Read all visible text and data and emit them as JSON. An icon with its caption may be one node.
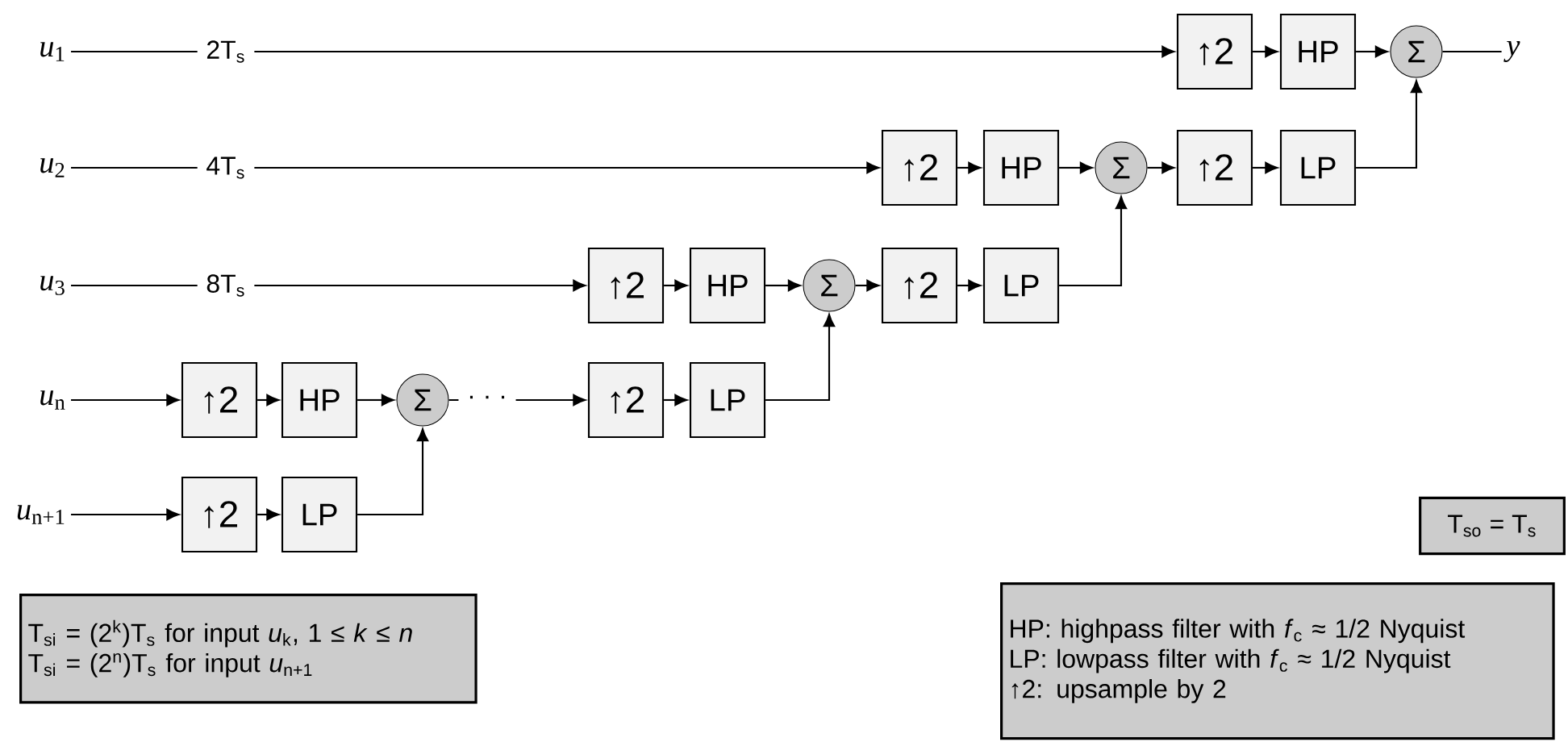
{
  "diagram": {
    "nodes": [
      {
        "text": [
          "*u*$_{1}$"
        ]
      },
      {
        "text": [
          "*u*$_{2}$"
        ]
      },
      {
        "text": [
          "*u*$_{3}$"
        ]
      },
      {
        "text": [
          "*u*$_{n}$"
        ]
      },
      {
        "text": [
          "*u*$_{n+1}$"
        ]
      },
      {
        "text": [
          "↑2"
        ]
      },
      {
        "text": [
          "HP"
        ]
      },
      {
        "text": [
          "Σ"
        ]
      },
      {
        "text": [
          "*y*"
        ]
      },
      {
        "text": [
          "↑2"
        ]
      },
      {
        "text": [
          "HP"
        ]
      },
      {
        "text": [
          "Σ"
        ]
      },
      {
        "text": [
          "↑2"
        ]
      },
      {
        "text": [
          "LP"
        ]
      },
      {
        "text": [
          "↑2"
        ]
      },
      {
        "text": [
          "HP"
        ]
      },
      {
        "text": [
          "Σ"
        ]
      },
      {
        "text": [
          "↑2"
        ]
      },
      {
        "text": [
          "LP"
        ]
      },
      {
        "text": [
          "↑2"
        ]
      },
      {
        "text": [
          "HP"
        ]
      },
      {
        "text": [
          "Σ"
        ]
      },
      {
        "text": [
          "↑2"
        ]
      },
      {
        "text": [
          "LP"
        ]
      },
      {
        "text": [
          "↑2"
        ]
      },
      {
        "text": [
          "LP"
        ]
      },
      {
        "text": [
          "T$_{so}$ = T$_{s}$"
        ]
      },
      {
        "text": [
          "T$_{si}$ = (2$^{k}$)T$_{s}$ for input *u*$_{k}$, 1 ≤ *k* ≤ *n*",
          "T$_{si}$ = (2$^{n}$)T$_{s}$ for input *u*$_{n+1}$"
        ]
      },
      {
        "text": [
          "HP: highpass filter with *f*$_{c}$ ≈ 1/2 Nyquist",
          "LP: lowpass filter with *f*$_{c}$ ≈ 1/2 Nyquist",
          "↑2: upsample by 2"
        ]
      }
    ],
    "edges": [
      {
        "from": 0,
        "to": 5,
        "arrow": "to",
        "label": "2T$_{s}$"
      },
      {
        "from": 5,
        "to": 6,
        "arrow": "to"
      },
      {
        "from": 6,
        "to": 7,
        "arrow": "to"
      },
      {
        "from": 7,
        "to": 8,
        "arrow": "none"
      },
      {
        "from": 13,
        "to": 7,
        "arrow": "to"
      },
      {
        "from": 1,
        "to": 9,
        "arrow": "to",
        "label": "4T$_{s}$"
      },
      {
        "from": 9,
        "to": 10,
        "arrow": "to"
      },
      {
        "from": 10,
        "to": 11,
        "arrow": "to"
      },
      {
        "from": 11,
        "to": 12,
        "arrow": "to"
      },
      {
        "from": 12,
        "to": 13,
        "arrow": "to"
      },
      {
        "from": 18,
        "to": 11,
        "arrow": "to"
      },
      {
        "from": 2,
        "to": 14,
        "arrow": "to",
        "label": "8T$_{s}$"
      },
      {
        "from": 14,
        "to": 15,
        "arrow": "to"
      },
      {
        "from": 15,
        "to": 16,
        "arrow": "to"
      },
      {
        "from": 16,
        "to": 17,
        "arrow": "to"
      },
      {
        "from": 17,
        "to": 18,
        "arrow": "to"
      },
      {
        "from": 23,
        "to": 16,
        "arrow": "to"
      },
      {
        "from": 3,
        "to": 19,
        "arrow": "to"
      },
      {
        "from": 19,
        "to": 20,
        "arrow": "to"
      },
      {
        "from": 20,
        "to": 21,
        "arrow": "to"
      },
      {
        "from": 21,
        "to": 22,
        "arrow": "to",
        "label": "· · ·"
      },
      {
        "from": 22,
        "to": 23,
        "arrow": "to"
      },
      {
        "from": 25,
        "to": 21,
        "arrow": "to"
      },
      {
        "from": 4,
        "to": 24,
        "arrow": "to"
      },
      {
        "from": 24,
        "to": 25,
        "arrow": "to"
      }
    ]
  }
}
